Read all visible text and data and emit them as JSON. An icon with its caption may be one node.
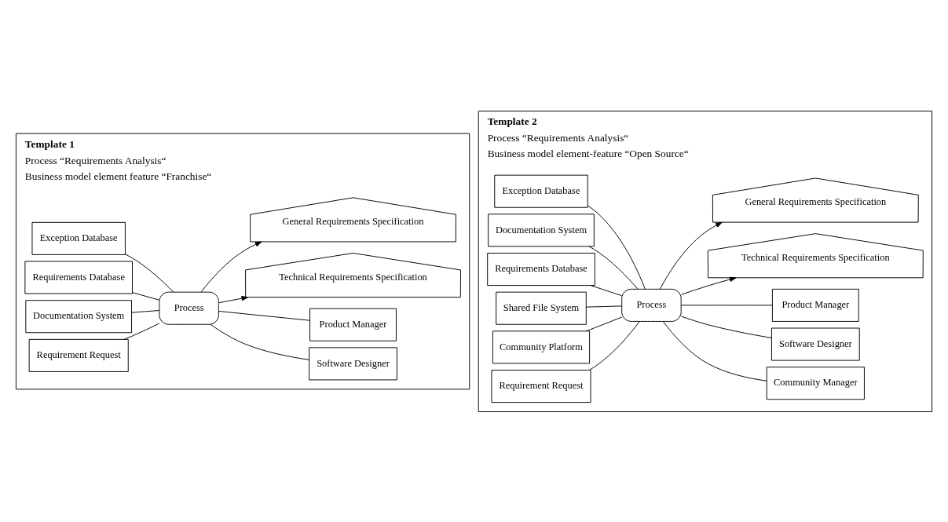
{
  "diagram": {
    "nodes": [
      {
        "text": [
          "Template 1",
          "Process “Requirements Analysis“",
          "Business model element feature “Franchise“"
        ]
      },
      {
        "text": [
          "Exception Database"
        ],
        "in": 0
      },
      {
        "text": [
          "Requirements Database"
        ],
        "in": 0
      },
      {
        "text": [
          "Documentation System"
        ],
        "in": 0
      },
      {
        "text": [
          "Requirement Request"
        ],
        "in": 0
      },
      {
        "text": [
          "Process"
        ],
        "in": 0
      },
      {
        "text": [
          "Software Designer"
        ],
        "in": 0
      },
      {
        "text": [
          "Product Manager"
        ],
        "in": 0
      },
      {
        "text": [
          "Technical Requirements Specification"
        ],
        "in": 0
      },
      {
        "text": [
          "General Requirements Specification"
        ],
        "in": 0
      },
      {
        "text": [
          "Template 2",
          "Process “Requirements Analysis“",
          "Business model element-feature “Open Source“"
        ]
      },
      {
        "text": [
          "Exception Database"
        ],
        "in": 10
      },
      {
        "text": [
          "Documentation System"
        ],
        "in": 10
      },
      {
        "text": [
          "Requirements Database"
        ],
        "in": 10
      },
      {
        "text": [
          "Shared File System"
        ],
        "in": 10
      },
      {
        "text": [
          "Community Platform"
        ],
        "in": 10
      },
      {
        "text": [
          "Requirement Request"
        ],
        "in": 10
      },
      {
        "text": [
          "Process"
        ],
        "in": 10
      },
      {
        "text": [
          "Community Manager"
        ],
        "in": 10
      },
      {
        "text": [
          "Software Designer"
        ],
        "in": 10
      },
      {
        "text": [
          "Product Manager"
        ],
        "in": 10
      },
      {
        "text": [
          "Technical Requirements Specification"
        ],
        "in": 10
      },
      {
        "text": [
          "General Requirements Specification"
        ],
        "in": 10
      }
    ],
    "edges": [
      {
        "from": 1,
        "to": 5,
        "arrow": "none"
      },
      {
        "from": 2,
        "to": 5,
        "arrow": "none"
      },
      {
        "from": 3,
        "to": 5,
        "arrow": "none"
      },
      {
        "from": 4,
        "to": 5,
        "arrow": "none"
      },
      {
        "from": 5,
        "to": 6,
        "arrow": "none"
      },
      {
        "from": 5,
        "to": 7,
        "arrow": "none"
      },
      {
        "from": 5,
        "to": 8,
        "arrow": "to"
      },
      {
        "from": 5,
        "to": 9,
        "arrow": "to"
      },
      {
        "from": 11,
        "to": 17,
        "arrow": "none"
      },
      {
        "from": 12,
        "to": 17,
        "arrow": "none"
      },
      {
        "from": 13,
        "to": 17,
        "arrow": "none"
      },
      {
        "from": 14,
        "to": 17,
        "arrow": "none"
      },
      {
        "from": 15,
        "to": 17,
        "arrow": "none"
      },
      {
        "from": 16,
        "to": 17,
        "arrow": "none"
      },
      {
        "from": 17,
        "to": 18,
        "arrow": "none"
      },
      {
        "from": 17,
        "to": 19,
        "arrow": "none"
      },
      {
        "from": 17,
        "to": 20,
        "arrow": "none"
      },
      {
        "from": 17,
        "to": 21,
        "arrow": "to"
      },
      {
        "from": 17,
        "to": 22,
        "arrow": "to"
      }
    ]
  }
}
